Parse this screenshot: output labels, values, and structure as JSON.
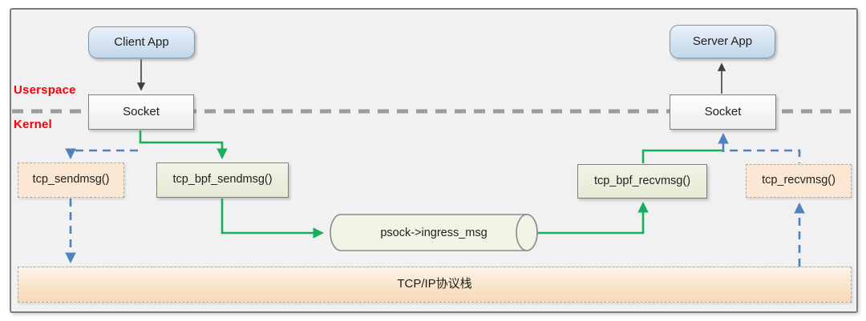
{
  "labels": {
    "userspace": "Userspace",
    "kernel": "Kernel"
  },
  "nodes": {
    "client_app": "Client App",
    "server_app": "Server App",
    "socket_left": "Socket",
    "socket_right": "Socket",
    "tcp_sendmsg": "tcp_sendmsg()",
    "tcp_bpf_sendmsg": "tcp_bpf_sendmsg()",
    "tcp_bpf_recvmsg": "tcp_bpf_recvmsg()",
    "tcp_recvmsg": "tcp_recvmsg()",
    "ingress_queue": "psock->ingress_msg",
    "tcpip_stack": "TCP/IP协议栈"
  },
  "colors": {
    "green_arrow": "#17b05a",
    "blue_arrow": "#4f81bd",
    "black_arrow": "#3f3f3f",
    "divider_gray": "#9c9c9c",
    "zone_label_red": "#fb0007",
    "app_fill": "#c2d6ea",
    "peach_fill": "#fce8d2",
    "green_box_fill": "#e9efdc",
    "cylinder_fill": "#f1f3e5",
    "stack_fill": "#f8dcba",
    "frame_bg": "#f1f1f2"
  }
}
